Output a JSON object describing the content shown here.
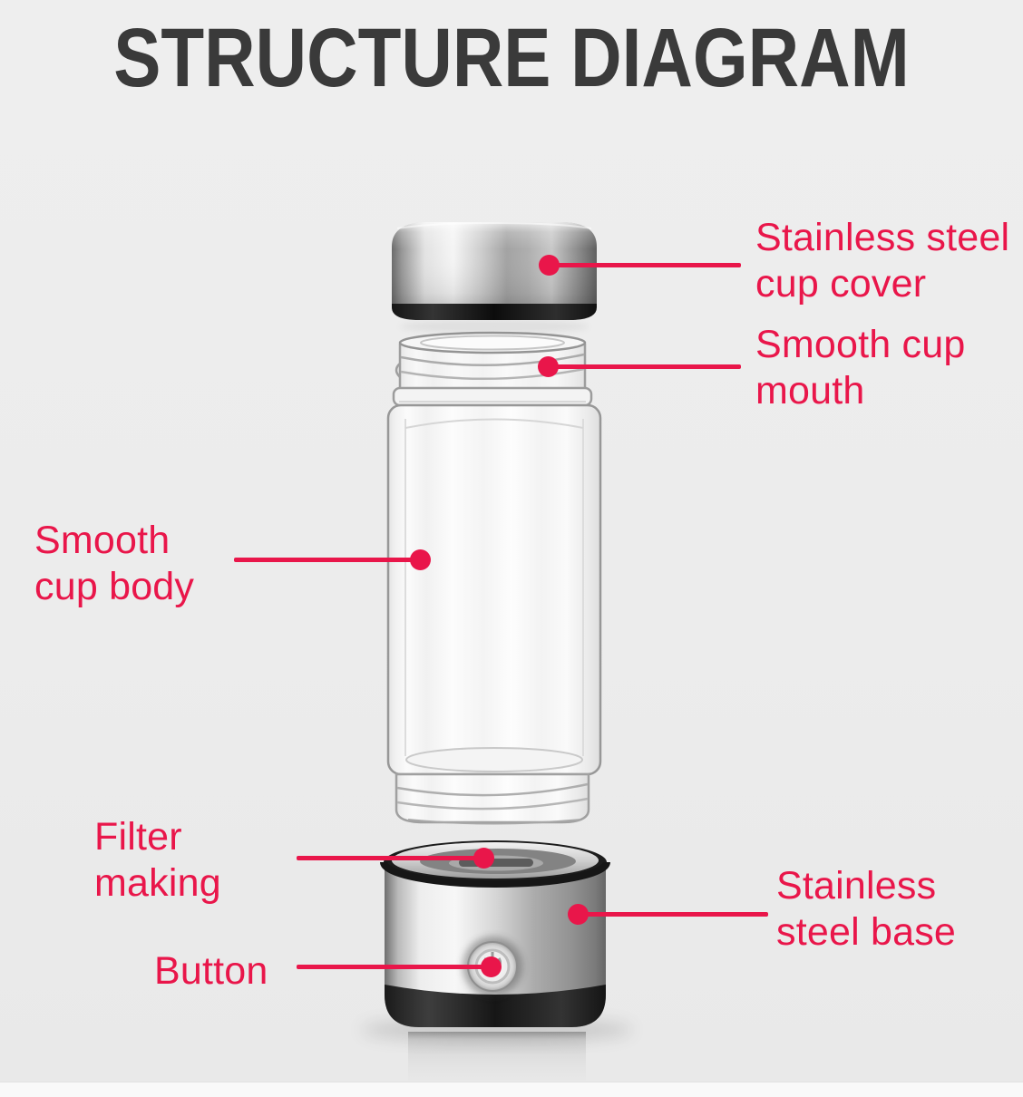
{
  "title": "STRUCTURE DIAGRAM",
  "colors": {
    "accent": "#e9164a",
    "title": "#3a3a3a",
    "background": "#ececec"
  },
  "labels": {
    "cup_cover": {
      "line1": "Stainless steel",
      "line2": "cup cover"
    },
    "cup_mouth": {
      "line1": "Smooth cup",
      "line2": "mouth"
    },
    "cup_body": {
      "line1": "Smooth",
      "line2": "cup body"
    },
    "filter": {
      "line1": "Filter",
      "line2": "making"
    },
    "button": {
      "line1": "Button"
    },
    "base": {
      "line1": "Stainless",
      "line2": "steel base"
    }
  },
  "illustration": {
    "product": "hydrogen water bottle",
    "parts": [
      "stainless-steel-cup-cover",
      "smooth-cup-mouth",
      "smooth-cup-body",
      "filter-making",
      "power-button",
      "stainless-steel-base"
    ]
  }
}
